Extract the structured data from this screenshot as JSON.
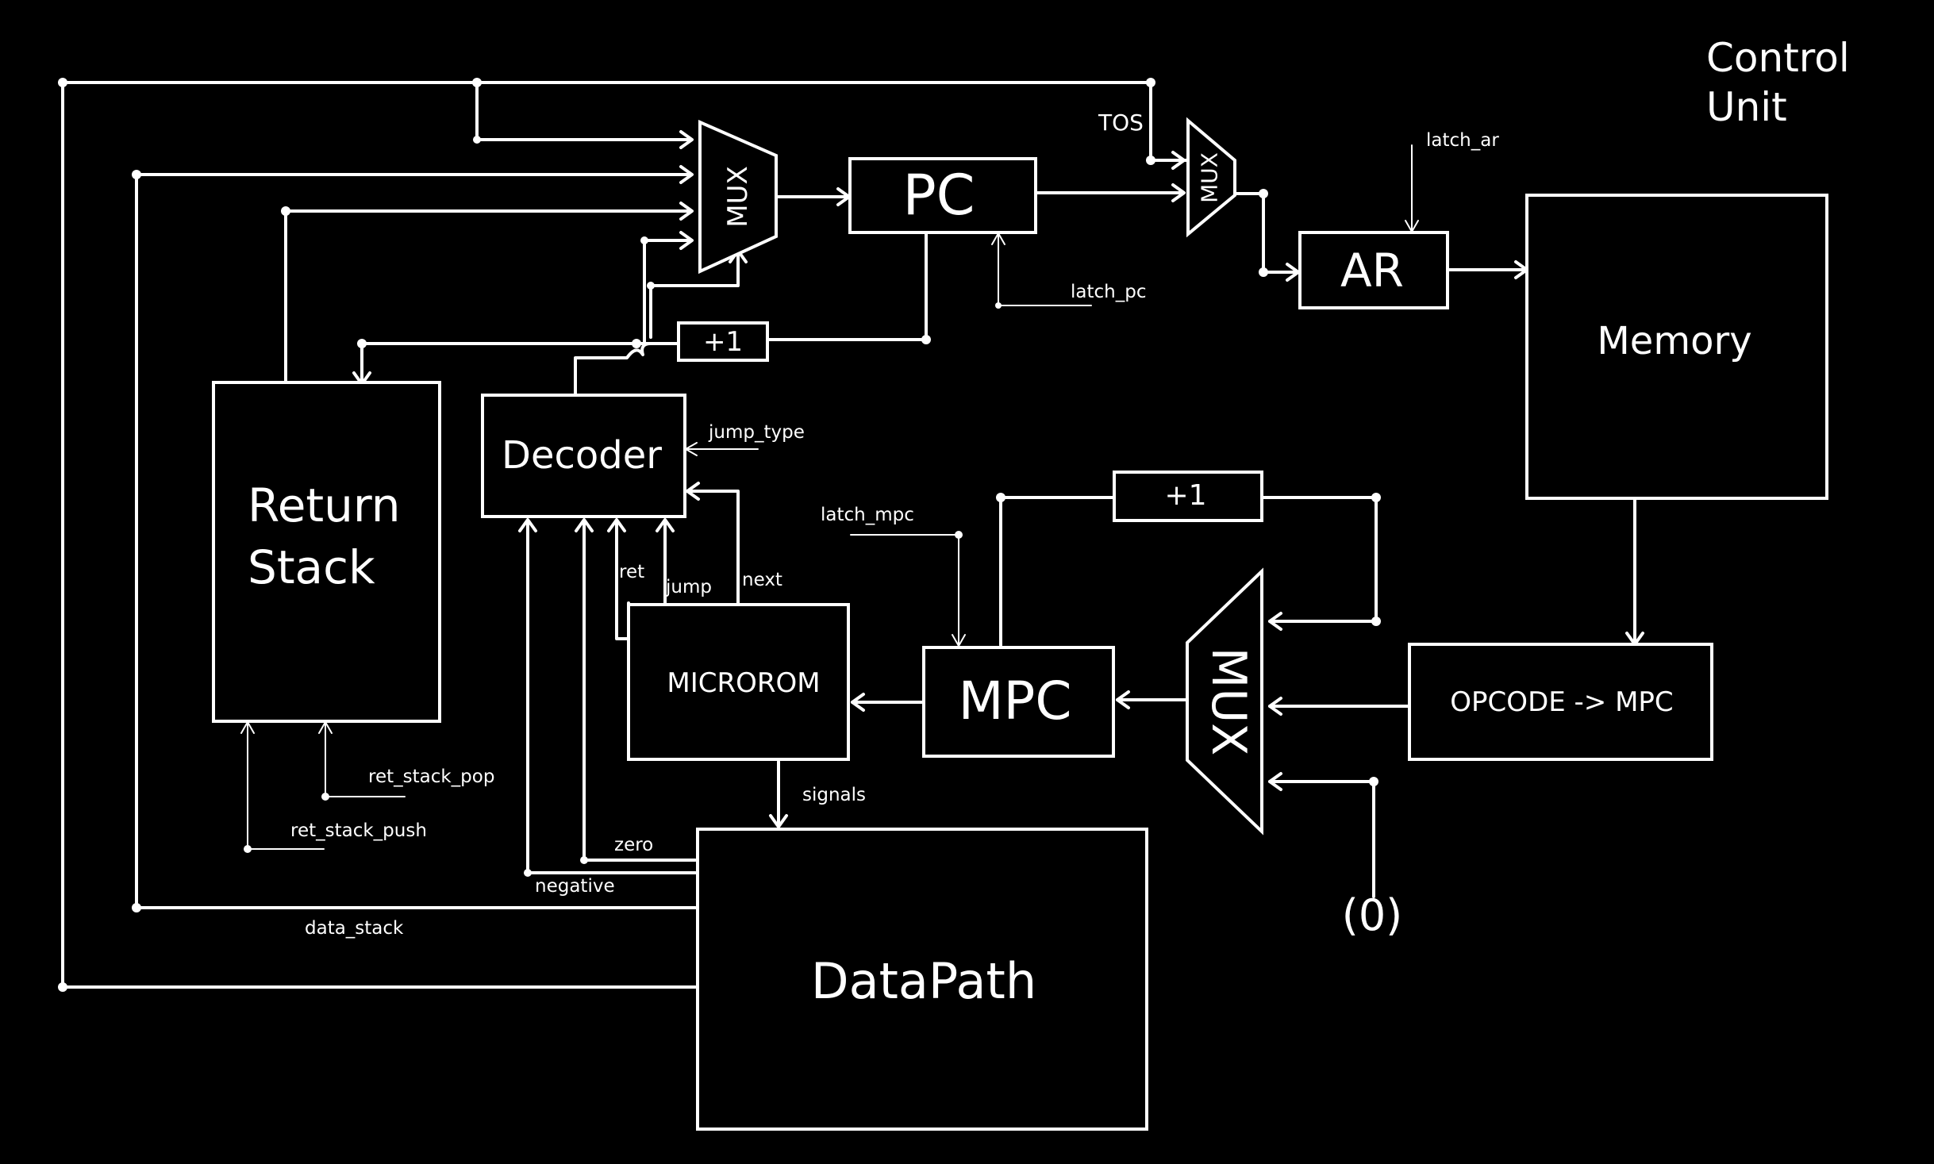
{
  "title": "Control\nUnit",
  "blocks": {
    "pc": "PC",
    "ar": "AR",
    "memory": "Memory",
    "return_stack": "Return\nStack",
    "decoder": "Decoder",
    "microrom": "MICROROM",
    "mpc": "MPC",
    "opcode_mpc": "OPCODE -> MPC",
    "datapath": "DataPath",
    "mux_pc": "MUX",
    "mux_ar": "MUX",
    "mux_mpc": "MUX",
    "inc_pc": "+1",
    "inc_mpc": "+1",
    "zero_const": "(0)"
  },
  "signals": {
    "tos": "TOS",
    "latch_ar": "latch_ar",
    "latch_pc": "latch_pc",
    "jump_type": "jump_type",
    "latch_mpc": "latch_mpc",
    "ret": "ret",
    "jump": "jump",
    "next": "next",
    "signals": "signals",
    "zero": "zero",
    "negative": "negative",
    "data_stack": "data_stack",
    "ret_stack_pop": "ret_stack_pop",
    "ret_stack_push": "ret_stack_push"
  }
}
